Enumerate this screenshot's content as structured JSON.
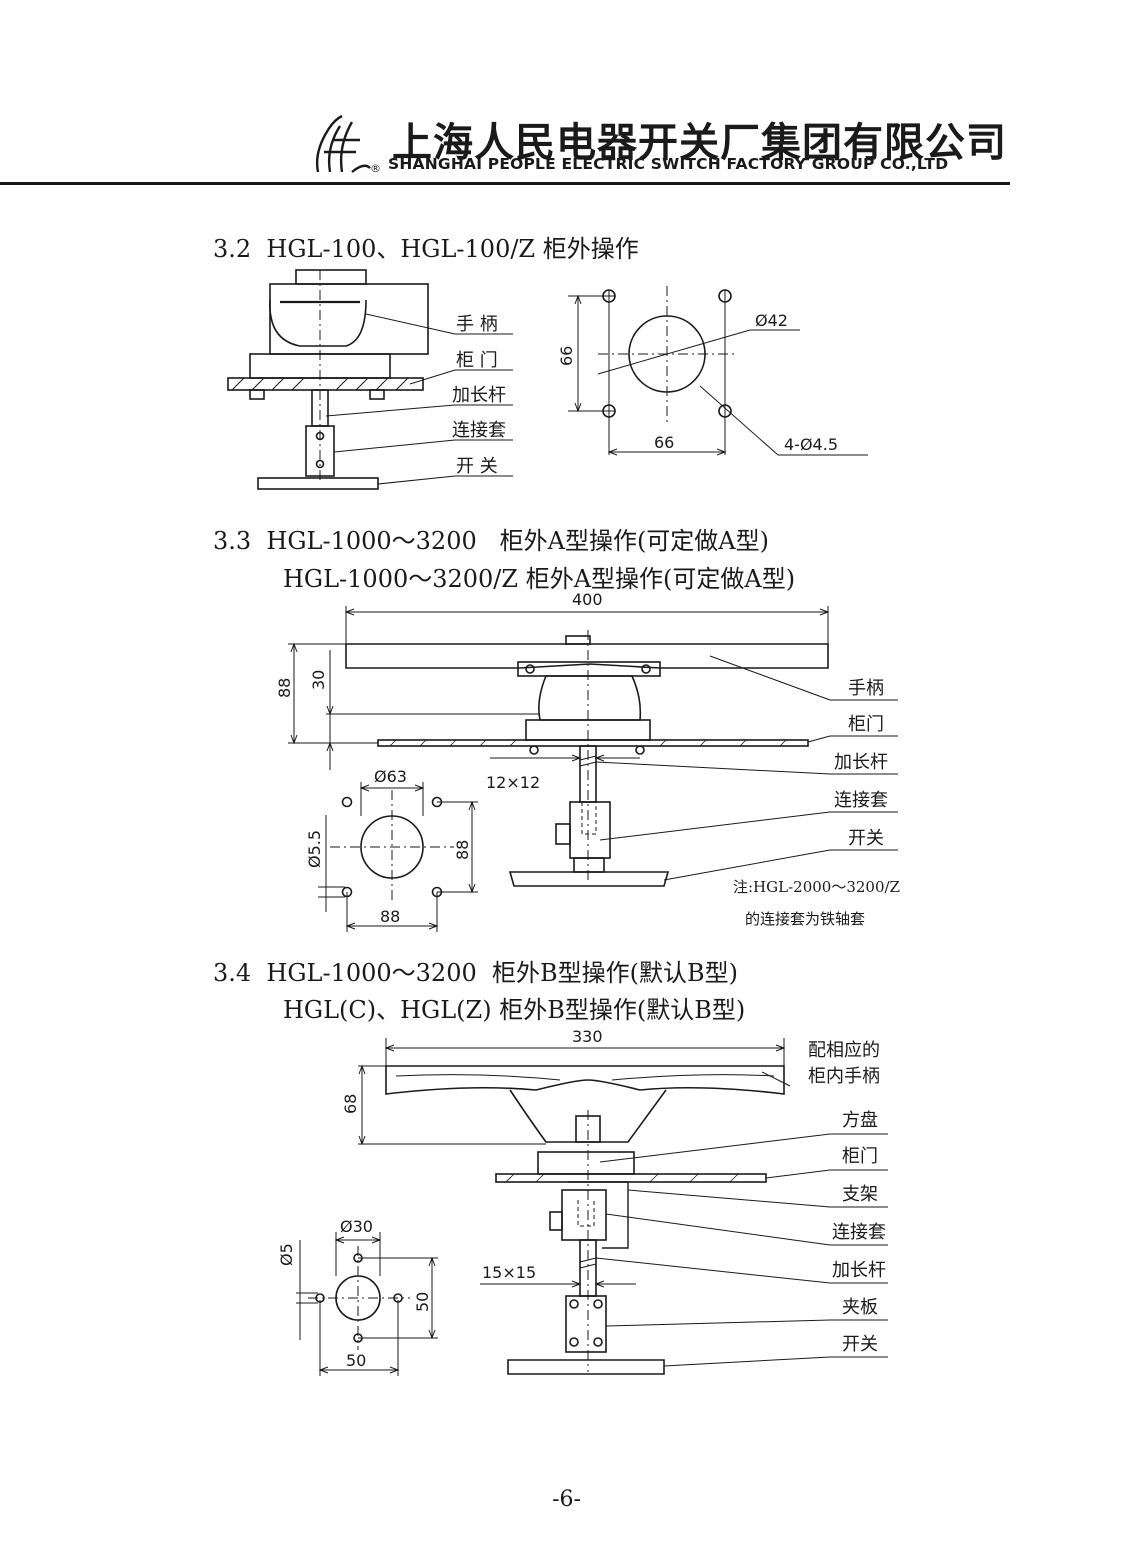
{
  "header": {
    "company_cn": "上海人民电器开关厂集团有限公司",
    "company_en": "SHANGHAI PEOPLE ELECTRIC SWITCH FACTORY GROUP CO.,LTD",
    "registered_mark": "®"
  },
  "section_32": {
    "title": "3.2  HGL-100、HGL-100/Z 柜外操作",
    "labels": [
      "手 柄",
      "柜 门",
      "加长杆",
      "连接套",
      "开 关"
    ],
    "dims": {
      "d": "Ø42",
      "h": "66",
      "w": "66",
      "holes": "4-Ø4.5"
    }
  },
  "section_33": {
    "title_line1": "3.3  HGL-1000～3200   柜外A型操作(可定做A型)",
    "title_line2": "HGL-1000～3200/Z 柜外A型操作(可定做A型)",
    "labels": [
      "手柄",
      "柜门",
      "加长杆",
      "连接套",
      "开关"
    ],
    "dims": {
      "width": "400",
      "h88": "88",
      "h30": "30",
      "shaft": "12×12",
      "d63": "Ø63",
      "d55": "Ø5.5",
      "hole_h": "88",
      "hole_w": "88"
    },
    "note_line1": "注:HGL-2000～3200/Z",
    "note_line2": "的连接套为铁轴套"
  },
  "section_34": {
    "title_line1": "3.4  HGL-1000～3200  柜外B型操作(默认B型)",
    "title_line2": "HGL(C)、HGL(Z) 柜外B型操作(默认B型)",
    "labels": [
      "配相应的",
      "柜内手柄",
      "方盘",
      "柜门",
      "支架",
      "连接套",
      "加长杆",
      "夹板",
      "开关"
    ],
    "dims": {
      "width": "330",
      "h68": "68",
      "shaft": "15×15",
      "d30": "Ø30",
      "d5": "Ø5",
      "hole_h": "50",
      "hole_w": "50"
    }
  },
  "page_number": "-6-"
}
